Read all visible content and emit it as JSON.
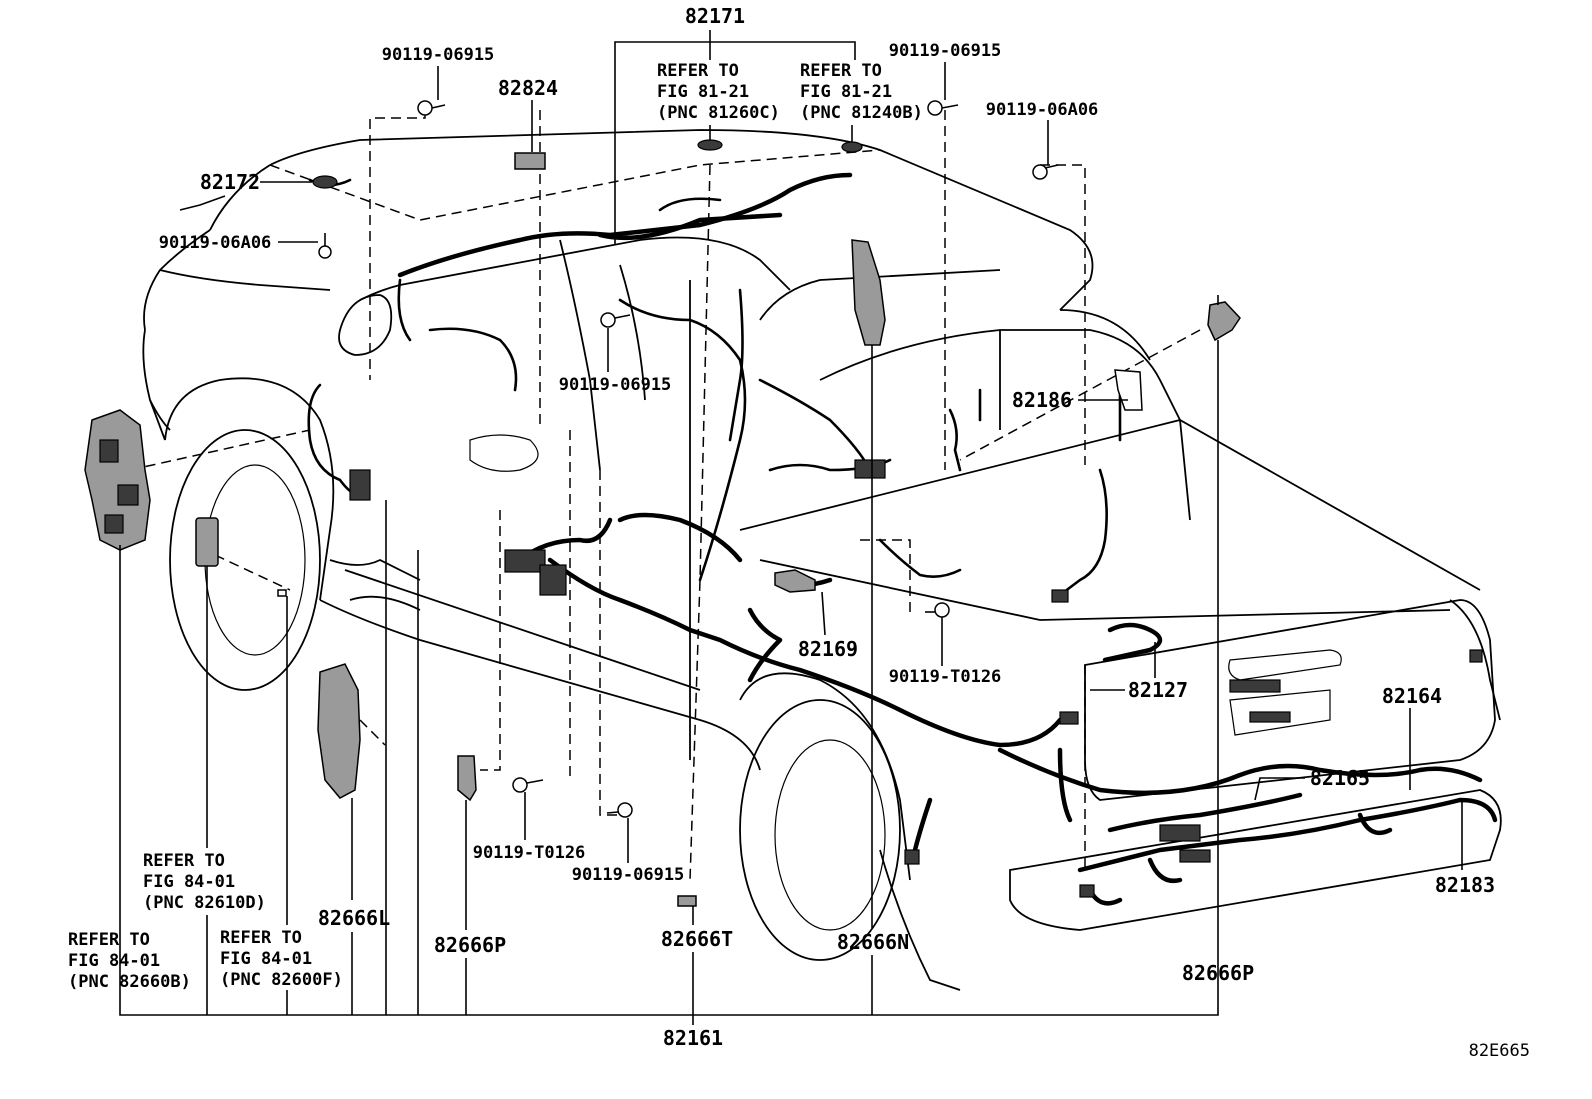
{
  "diagram_id": "82E665",
  "callouts": {
    "c82171": "82171",
    "c82824": "82824",
    "c82172": "82172",
    "bolt_06915_a": "90119-06915",
    "bolt_06915_b": "90119-06915",
    "bolt_06915_c": "90119-06915",
    "bolt_06915_d": "90119-06915",
    "bolt_06a06_a": "90119-06A06",
    "bolt_06a06_b": "90119-06A06",
    "bolt_t0126_a": "90119-T0126",
    "bolt_t0126_b": "90119-T0126",
    "c82186": "82186",
    "c82169": "82169",
    "c82127": "82127",
    "c82164": "82164",
    "c82165": "82165",
    "c82183": "82183",
    "c82666L": "82666L",
    "c82666P_a": "82666P",
    "c82666T": "82666T",
    "c82666N": "82666N",
    "c82666P_b": "82666P",
    "c82161": "82161"
  },
  "refs": {
    "ref_81260c": {
      "l1": "REFER TO",
      "l2": "FIG 81-21",
      "l3": "(PNC 81260C)"
    },
    "ref_81240b": {
      "l1": "REFER TO",
      "l2": "FIG 81-21",
      "l3": "(PNC 81240B)"
    },
    "ref_82610d": {
      "l1": "REFER TO",
      "l2": "FIG 84-01",
      "l3": "(PNC 82610D)"
    },
    "ref_82660b": {
      "l1": "REFER TO",
      "l2": "FIG 84-01",
      "l3": "(PNC 82660B)"
    },
    "ref_82600f": {
      "l1": "REFER TO",
      "l2": "FIG 84-01",
      "l3": "(PNC 82600F)"
    }
  }
}
